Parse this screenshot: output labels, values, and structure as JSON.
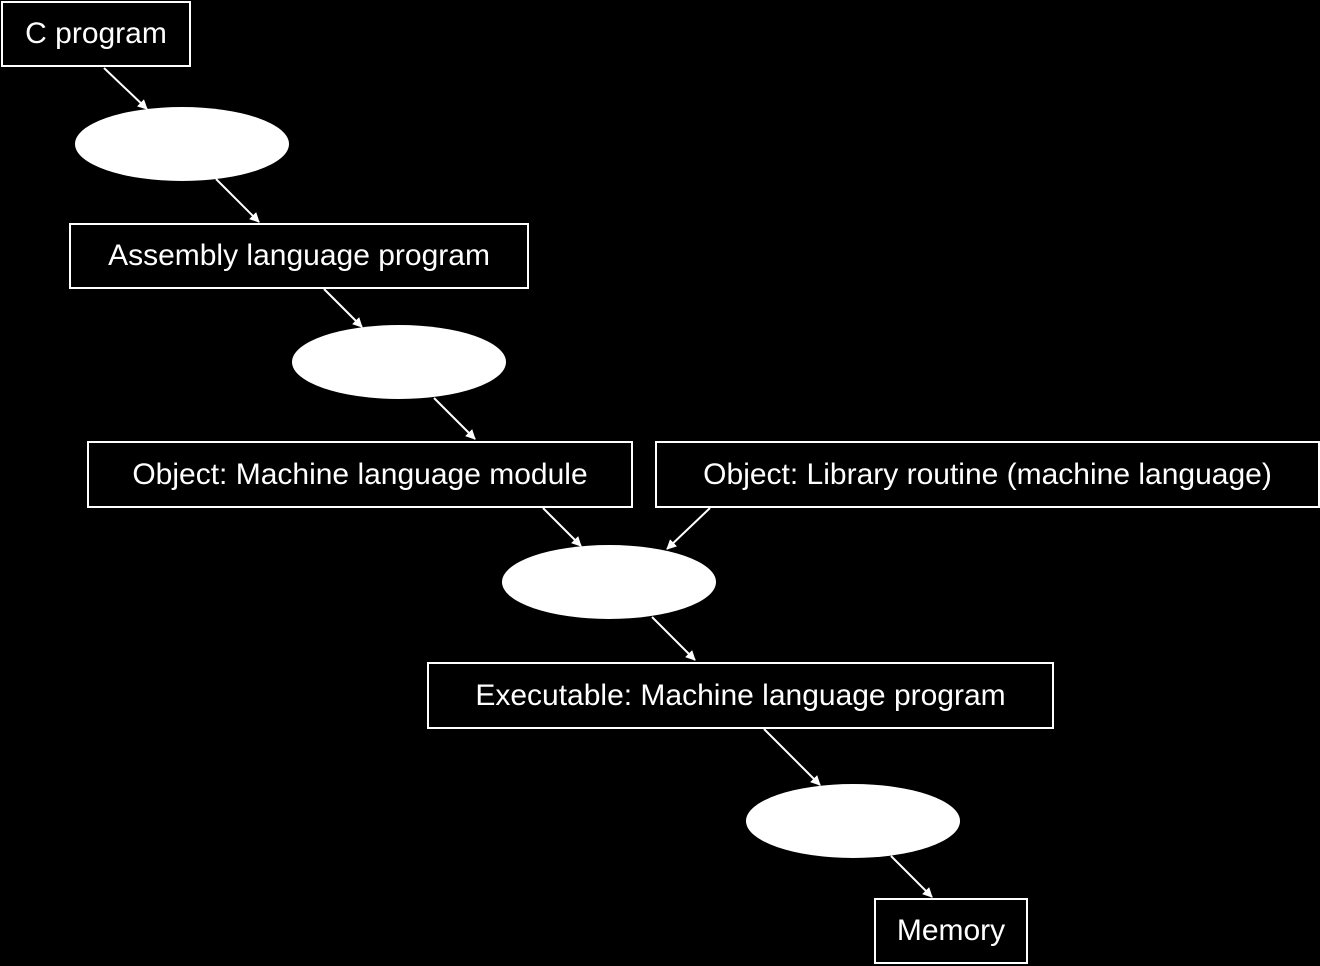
{
  "diagram": {
    "nodes": {
      "c_program": "C program",
      "assembly_program": "Assembly language program",
      "object_module": "Object: Machine language module",
      "library_routine": "Object: Library routine (machine language)",
      "executable": "Executable: Machine language program",
      "memory": "Memory"
    },
    "colors": {
      "background": "#000000",
      "foreground": "#ffffff"
    }
  }
}
